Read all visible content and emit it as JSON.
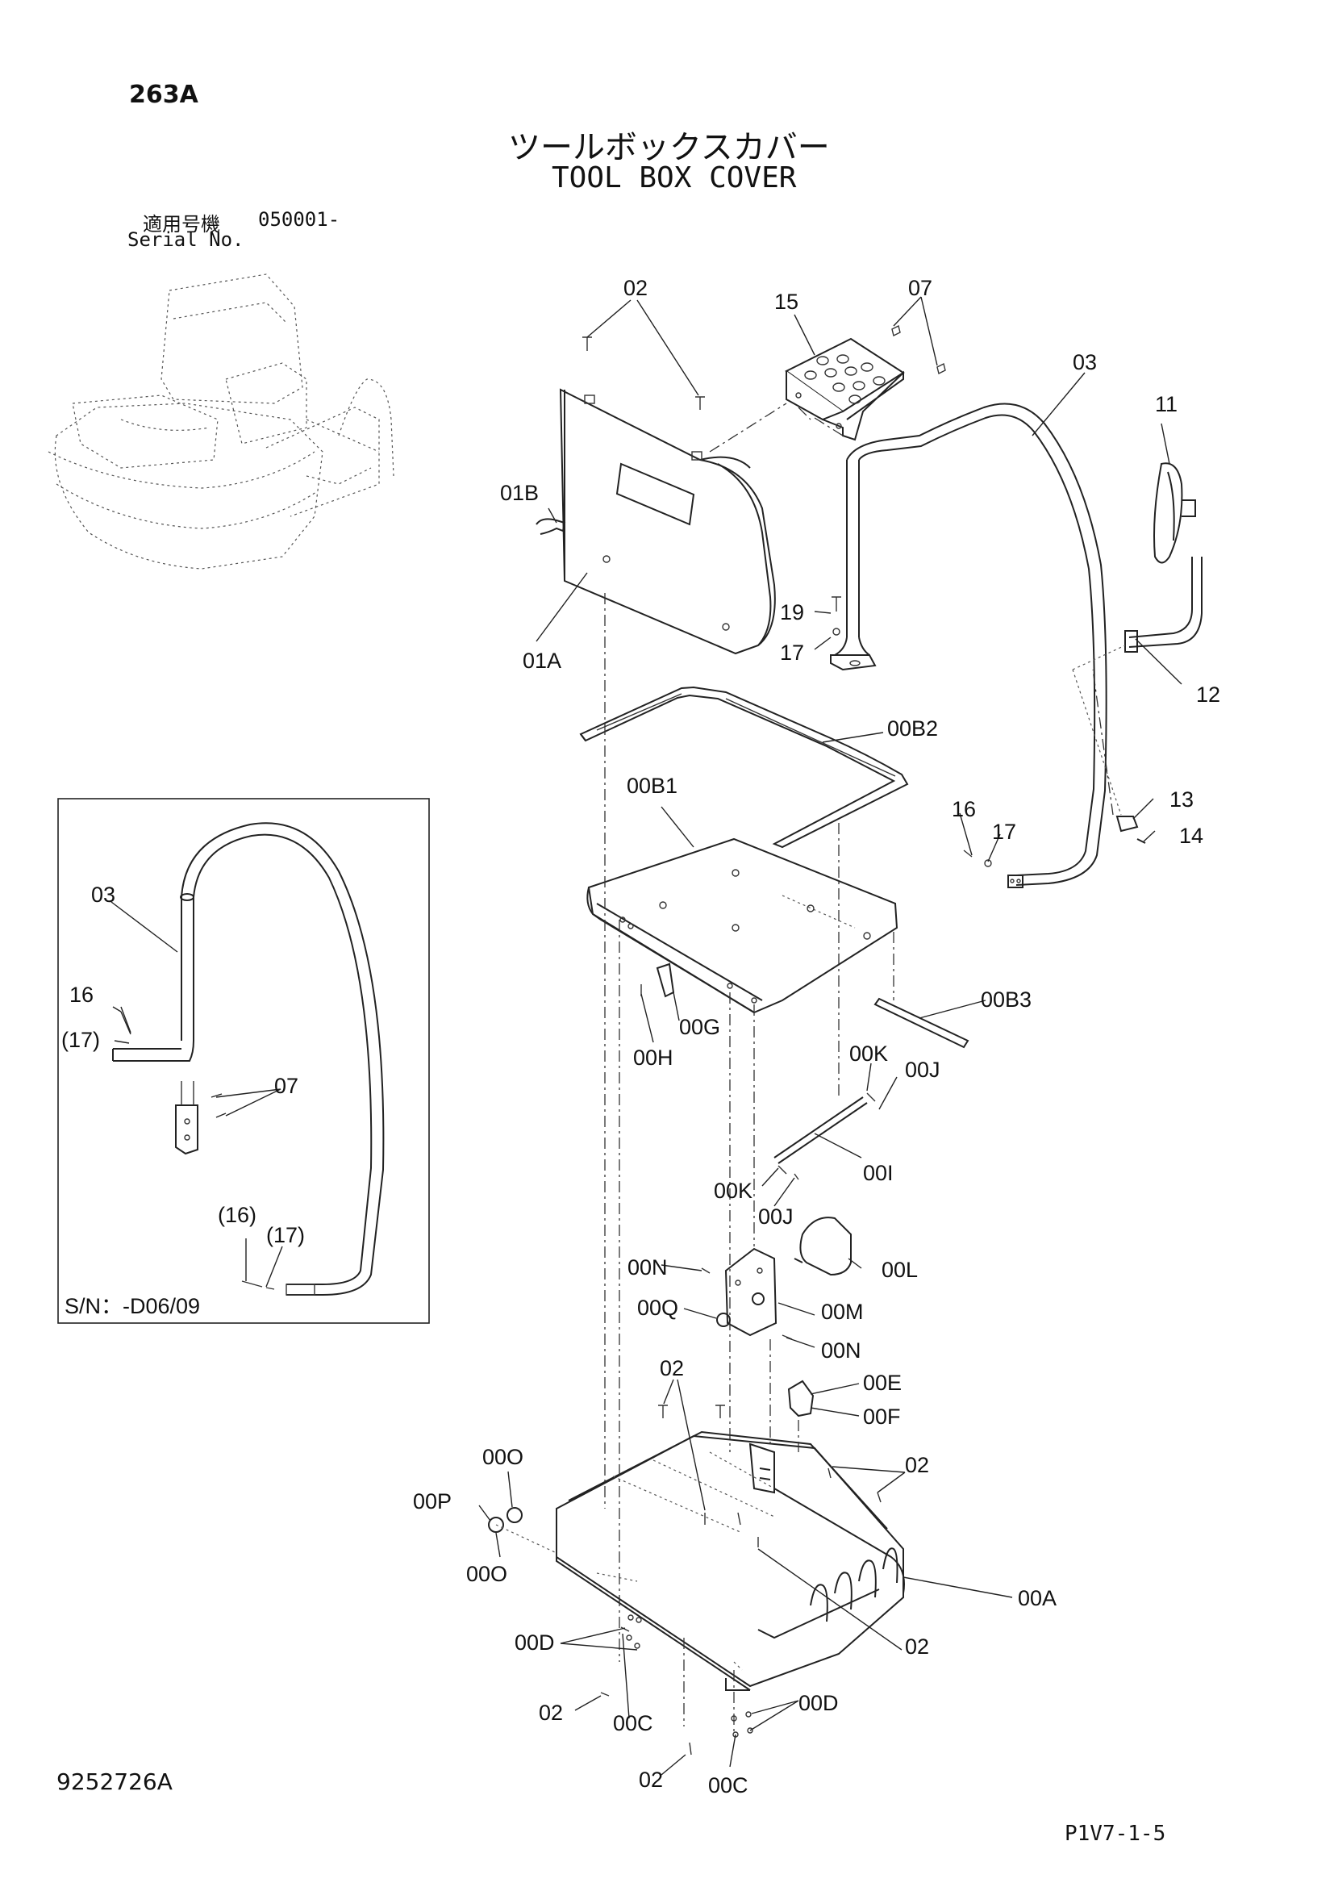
{
  "page_code": "263A",
  "title_ja": "ツールボックスカバー",
  "title_en": "TOOL BOX COVER",
  "serial": {
    "label_ja": "適用号機",
    "value": "050001-",
    "label_en": "Serial No."
  },
  "inset_serial": "S/N：-D06/09",
  "drawing_no": "9252726A",
  "page_ref": "P1V7-1-5",
  "labels": {
    "p02_top": "02",
    "p15": "15",
    "p07_top": "07",
    "p03_main": "03",
    "p11": "11",
    "p01B": "01B",
    "p19": "19",
    "p17_a": "17",
    "p01A": "01A",
    "p12": "12",
    "p00B2": "00B2",
    "p00B1": "00B1",
    "p16_a": "16",
    "p17_b": "17",
    "p13": "13",
    "p14": "14",
    "p00B3": "00B3",
    "p00G": "00G",
    "p00H": "00H",
    "p00K_a": "00K",
    "p00J_a": "00J",
    "p00I": "00I",
    "p00K_b": "00K",
    "p00J_b": "00J",
    "p00N_a": "00N",
    "p00L": "00L",
    "p00Q": "00Q",
    "p00M": "00M",
    "p00N_b": "00N",
    "p02_mid": "02",
    "p00E": "00E",
    "p00F": "00F",
    "p00O_a": "00O",
    "p00P": "00P",
    "p00O_b": "00O",
    "p02_right": "02",
    "p00A": "00A",
    "p02_right2": "02",
    "p00D_a": "00D",
    "p02_left": "02",
    "p00C_a": "00C",
    "p00D_b": "00D",
    "p02_bottom": "02",
    "p00C_b": "00C",
    "inset_03": "03",
    "inset_16": "16",
    "inset_17": "(17)",
    "inset_07": "07",
    "inset_16p": "(16)",
    "inset_17p": "(17)"
  }
}
